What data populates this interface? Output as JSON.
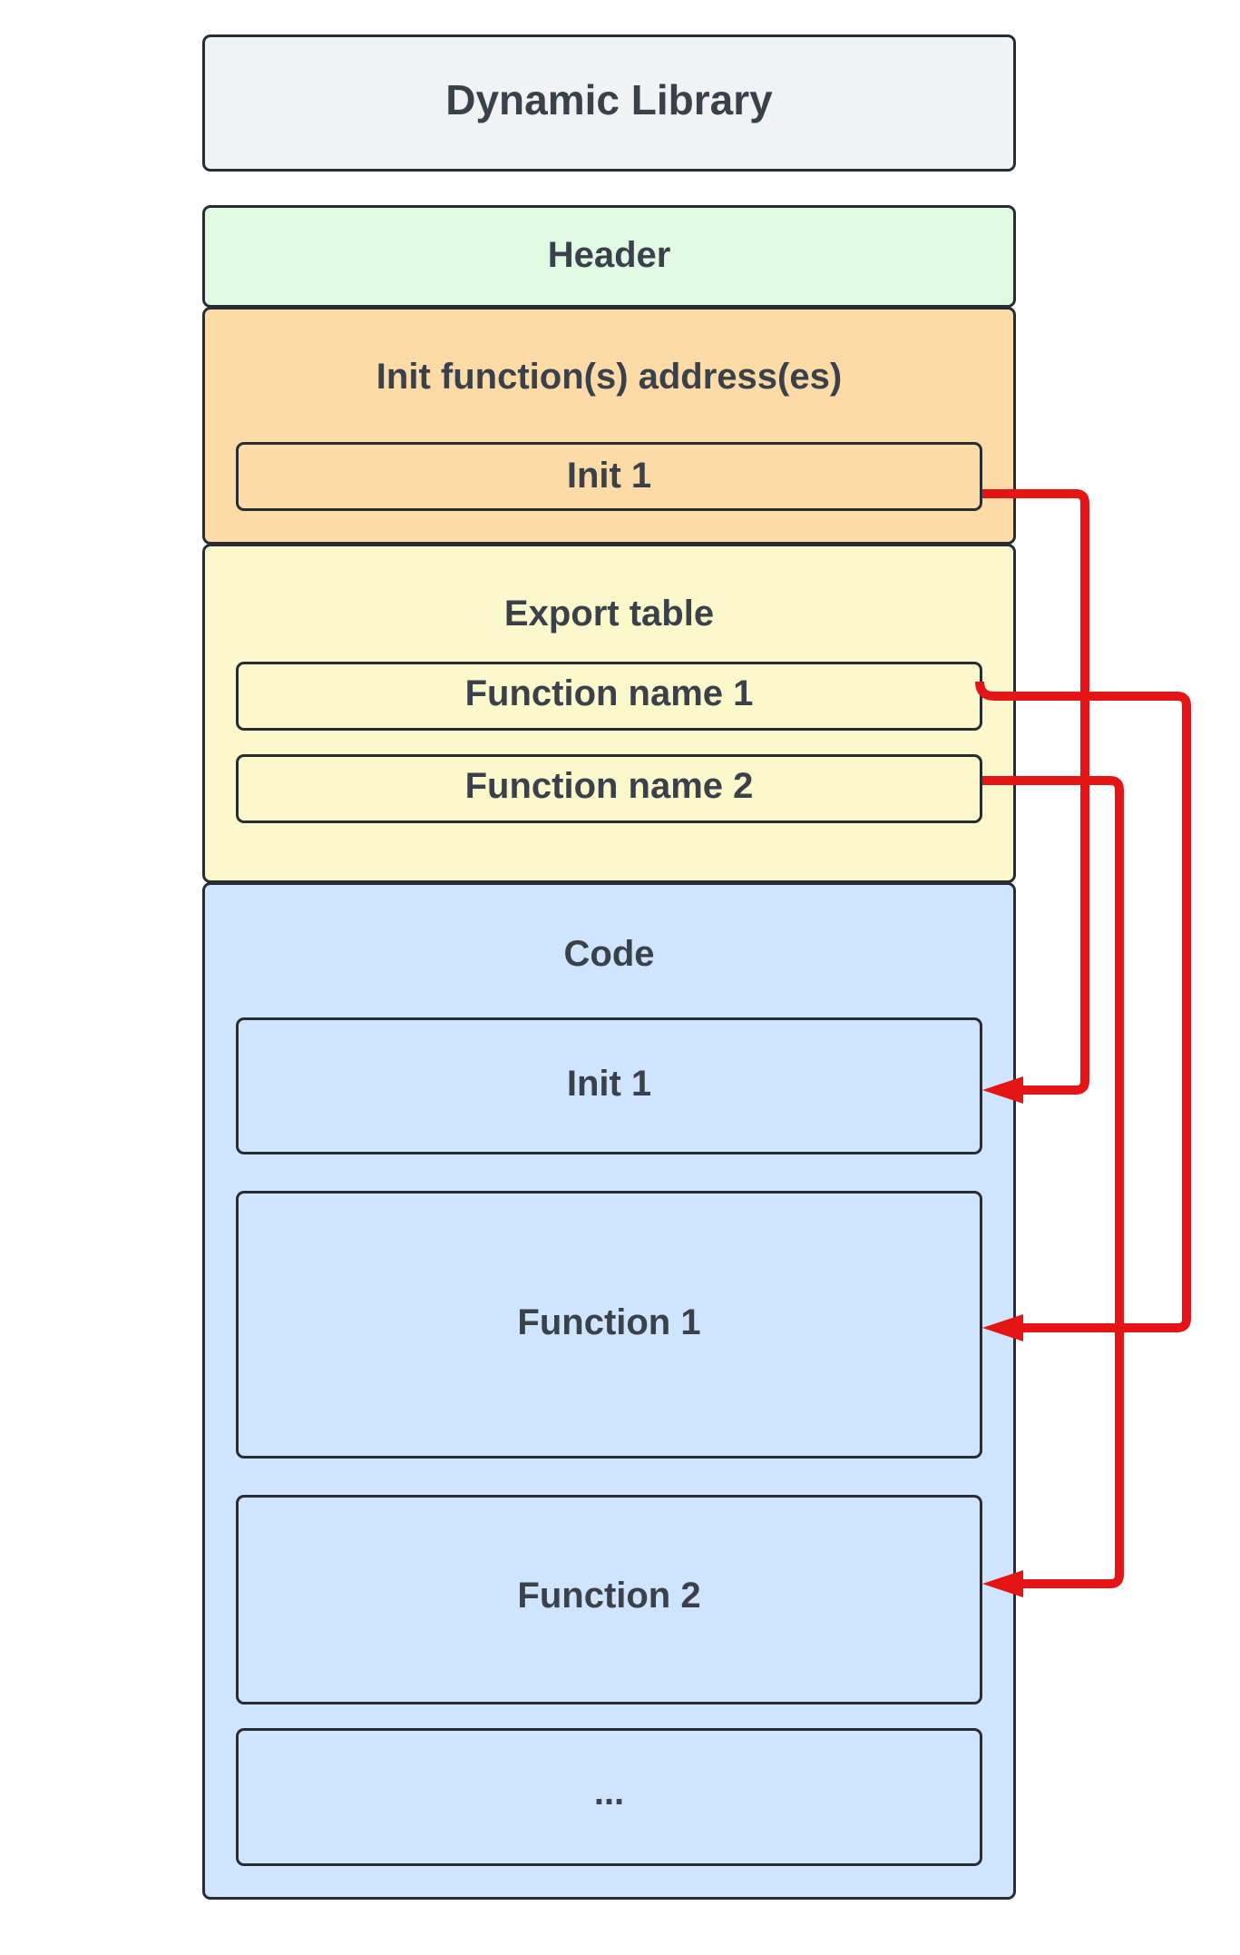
{
  "diagram": {
    "title": "Dynamic Library",
    "sections": {
      "header": {
        "label": "Header",
        "color": "#e0f9e3"
      },
      "init_table": {
        "label": "Init function(s) address(es)",
        "color": "#fddba6",
        "items": [
          "Init 1"
        ]
      },
      "export_table": {
        "label": "Export table",
        "color": "#fbf9cb",
        "items": [
          "Function name 1",
          "Function name 2"
        ]
      },
      "code": {
        "label": "Code",
        "color": "#cfe4ff",
        "items": [
          "Init 1",
          "Function 1",
          "Function 2",
          "..."
        ]
      }
    },
    "title_color": "#f1f2f4",
    "arrow_color": "#e51515",
    "connections": [
      {
        "from": "Init 1 (init table)",
        "to": "Init 1 (code)"
      },
      {
        "from": "Function name 1",
        "to": "Function 1"
      },
      {
        "from": "Function name 2",
        "to": "Function 2"
      }
    ]
  }
}
